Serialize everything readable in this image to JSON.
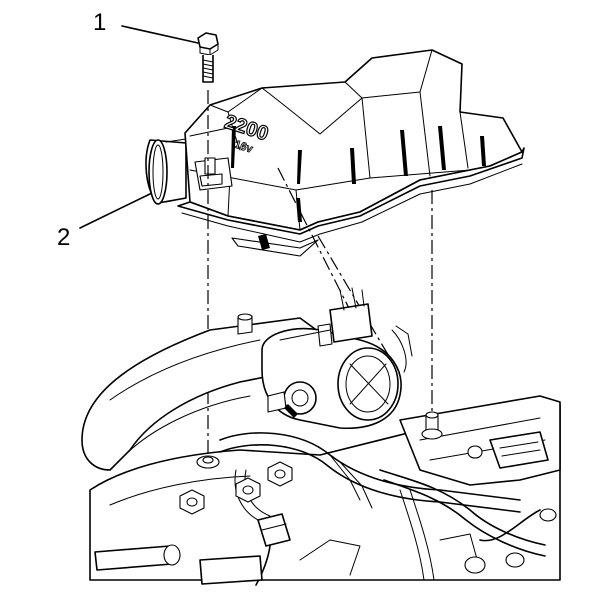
{
  "callouts": [
    {
      "id": "1",
      "label": "1",
      "part": "bolt"
    },
    {
      "id": "2",
      "label": "2",
      "part": "air-cleaner-resonator"
    }
  ],
  "cover_logo": {
    "main": "2200",
    "sub": "16v"
  },
  "colors": {
    "line": "#000000",
    "background": "#ffffff"
  }
}
